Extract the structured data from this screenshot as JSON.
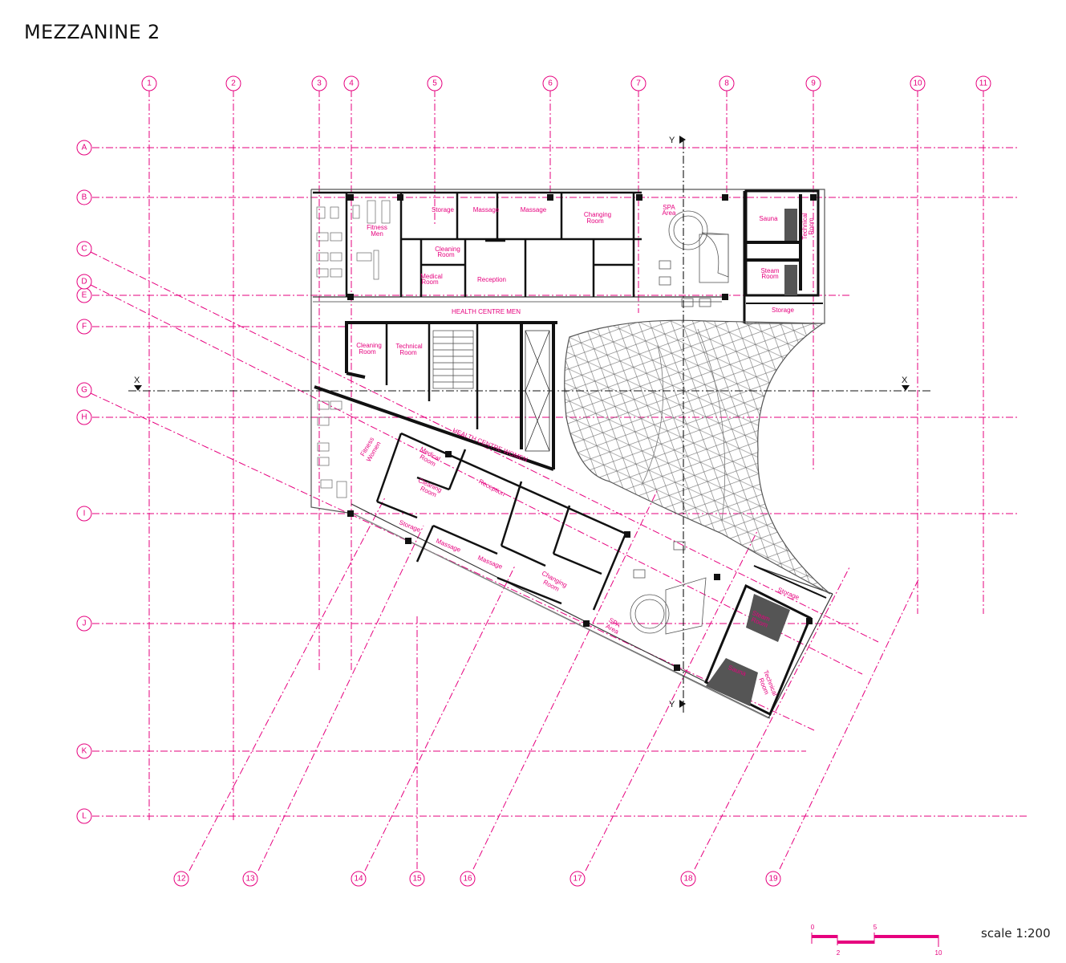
{
  "title": "MEZZANINE 2",
  "scale_label": "scale 1:200",
  "colors": {
    "grid": "#e6007e",
    "walls": "#111111",
    "lines": "#555555",
    "fill_dark": "#555555"
  },
  "grid_columns": [
    "1",
    "2",
    "3",
    "4",
    "5",
    "6",
    "7",
    "8",
    "9",
    "10",
    "11"
  ],
  "grid_rows": [
    "A",
    "B",
    "C",
    "D",
    "E",
    "F",
    "G",
    "H",
    "I",
    "J",
    "K",
    "L"
  ],
  "grid_diagonals": [
    "12",
    "13",
    "14",
    "15",
    "16",
    "17",
    "18",
    "19"
  ],
  "section_marks": {
    "x": "X",
    "y": "Y"
  },
  "rooms_men": {
    "storage": "Storage",
    "massage_1": "Massage",
    "massage_2": "Massage",
    "changing_1": "Changing",
    "changing_2": "Room",
    "spa_1": "SPA",
    "spa_2": "Area",
    "sauna": "Sauna",
    "technical_1": "Technical",
    "technical_2": "Room",
    "fitness_1": "Fitness",
    "fitness_2": "Men",
    "cleaning_1": "Cleaning",
    "cleaning_2": "Room",
    "medical_1": "Medical",
    "medical_2": "Room",
    "reception": "Reception",
    "steam_1": "Steam",
    "steam_2": "Room",
    "storage_2": "Storage",
    "health": "HEALTH CENTRE MEN",
    "cleaning2_1": "Cleaning",
    "cleaning2_2": "Room",
    "technical2_1": "Technical",
    "technical2_2": "Room"
  },
  "rooms_women": {
    "health": "HEALTH CENTRE WOMEN",
    "fitness_1": "Fitness",
    "fitness_2": "Women",
    "medical_1": "Medical",
    "medical_2": "Room",
    "cleaning_1": "Cleaning",
    "cleaning_2": "Room",
    "reception": "Reception",
    "storage": "Storage",
    "massage_1": "Massage",
    "massage_2": "Massage",
    "changing_1": "Changing",
    "changing_2": "Room",
    "spa_1": "SPA",
    "spa_2": "Area",
    "storage_2": "Storage",
    "steam_1": "Steam",
    "steam_2": "Room",
    "sauna": "Sauna",
    "technical_1": "Technical",
    "technical_2": "Room"
  },
  "scale_bar": {
    "ticks_top": [
      "0",
      "5"
    ],
    "ticks_bottom": [
      "2",
      "10"
    ]
  }
}
